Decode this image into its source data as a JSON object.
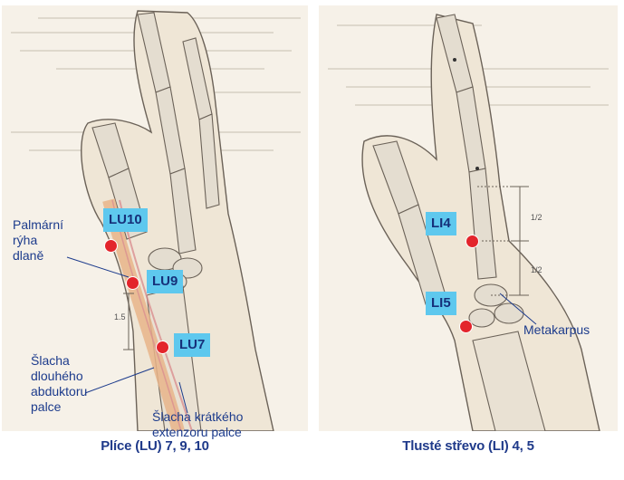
{
  "left_panel": {
    "caption": "Plíce (LU) 7, 9, 10",
    "points": {
      "lu10": "LU10",
      "lu9": "LU9",
      "lu7": "LU7"
    },
    "annotations": {
      "palmar_crease": [
        "Palmární",
        "rýha",
        "dlaně"
      ],
      "long_abductor_tendon": [
        "Šlacha",
        "dlouhého",
        "abduktoru",
        "palce"
      ],
      "short_extensor_tendon": [
        "Šlacha krátkého",
        "extenzoru palce"
      ],
      "measure": "1.5"
    }
  },
  "right_panel": {
    "caption": "Tlusté střevo (LI) 4, 5",
    "points": {
      "li4": "LI4",
      "li5": "LI5"
    },
    "annotations": {
      "metacarpus": "Metakarpus",
      "measure_upper": "1/2",
      "measure_lower": "1/2"
    }
  },
  "colors": {
    "label_bg": "#5ec8ee",
    "label_text": "#16307a",
    "point": "#e3242b",
    "annotation_text": "#1c3b8c",
    "tendon": "#e8b48a"
  }
}
